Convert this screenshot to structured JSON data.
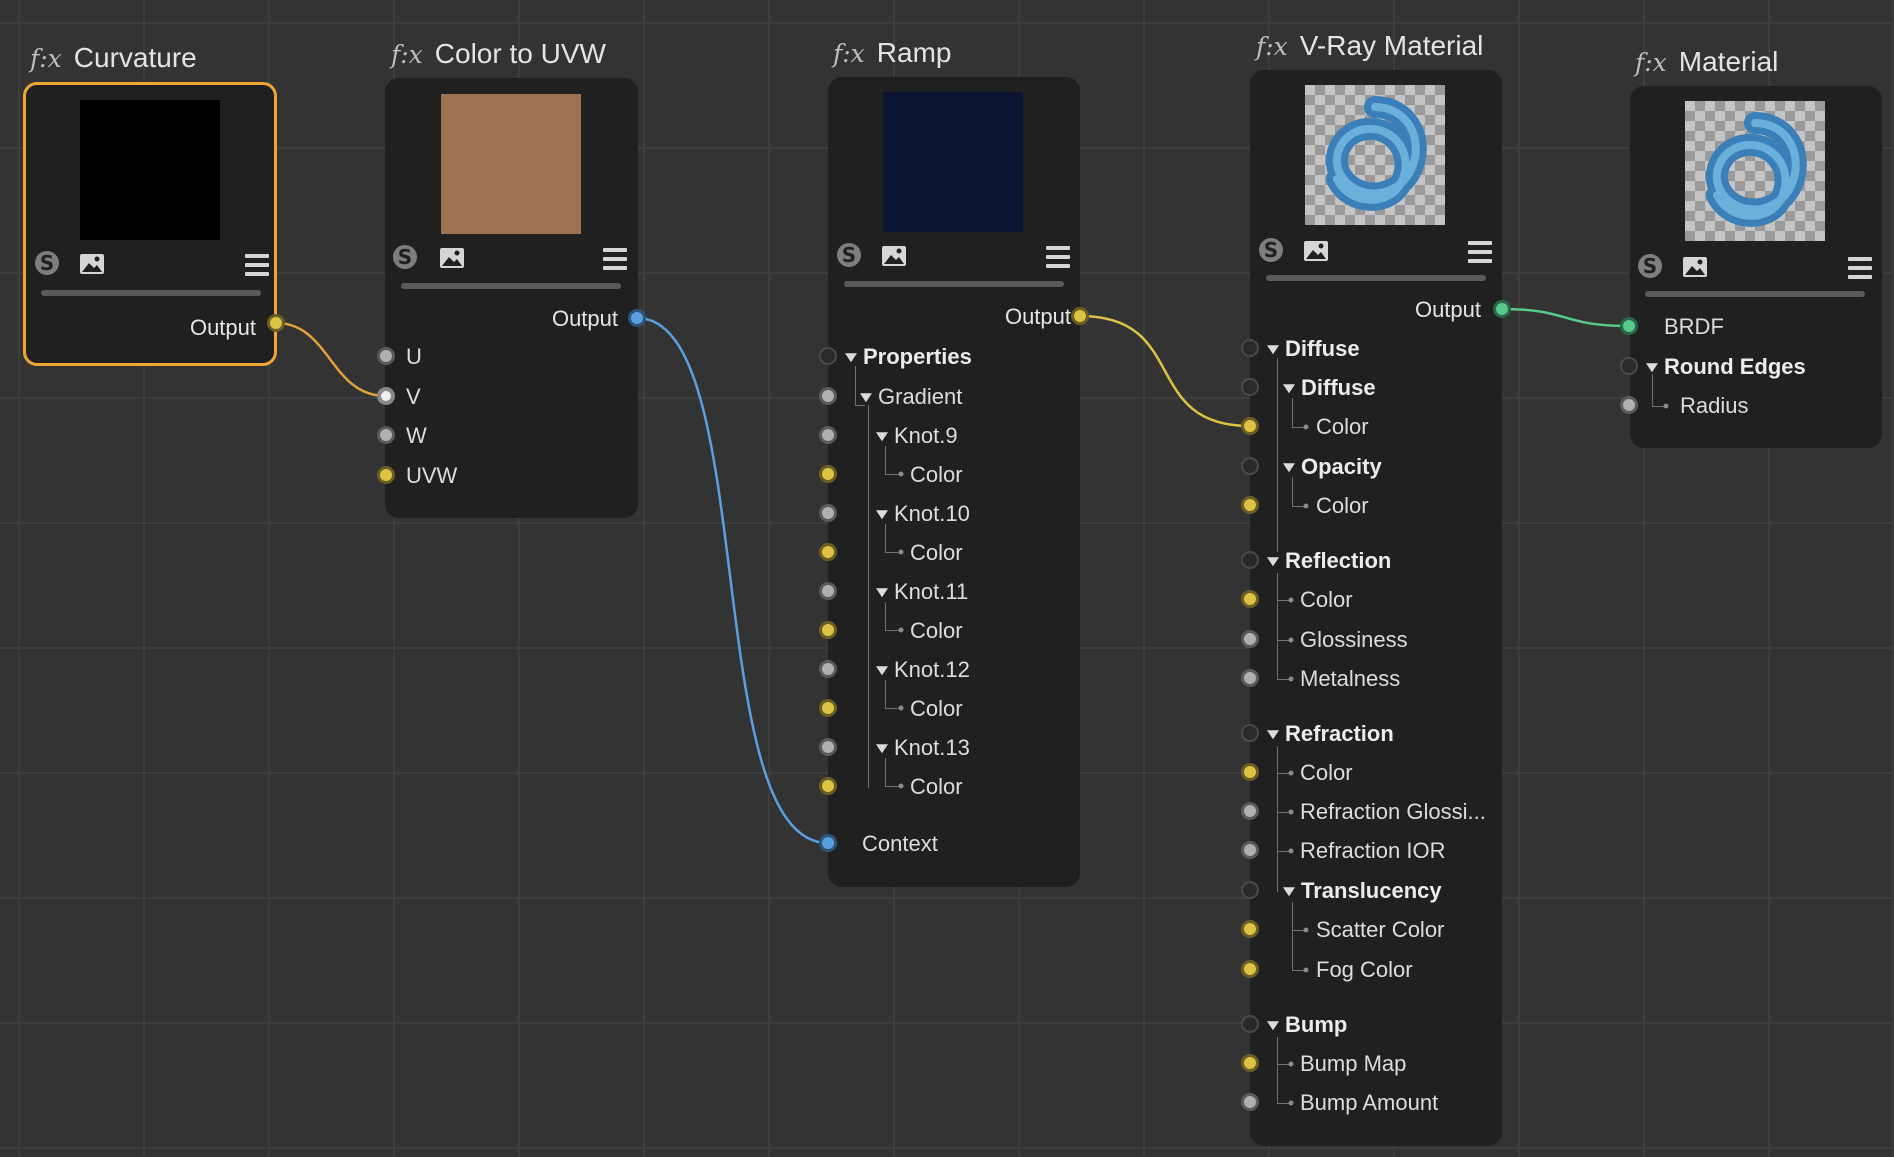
{
  "nodes": {
    "curvature": {
      "title": "Curvature",
      "output_label": "Output"
    },
    "color_to_uvw": {
      "title": "Color to UVW",
      "output_label": "Output",
      "inputs": [
        "U",
        "V",
        "W",
        "UVW"
      ]
    },
    "ramp": {
      "title": "Ramp",
      "output_label": "Output",
      "properties": "Properties",
      "gradient": "Gradient",
      "knots": [
        "Knot.9",
        "Knot.10",
        "Knot.11",
        "Knot.12",
        "Knot.13"
      ],
      "knot_child": "Color",
      "context": "Context"
    },
    "vray_material": {
      "title": "V-Ray Material",
      "output_label": "Output",
      "diffuse_group": "Diffuse",
      "diffuse_sub": "Diffuse",
      "diffuse_color": "Color",
      "opacity": "Opacity",
      "opacity_color": "Color",
      "reflection": "Reflection",
      "reflection_items": [
        "Color",
        "Glossiness",
        "Metalness"
      ],
      "refraction": "Refraction",
      "refraction_items": [
        "Color",
        "Refraction Glossi...",
        "Refraction IOR"
      ],
      "translucency": "Translucency",
      "translucency_items": [
        "Scatter Color",
        "Fog Color"
      ],
      "bump": "Bump",
      "bump_items": [
        "Bump Map",
        "Bump Amount"
      ]
    },
    "material": {
      "title": "Material",
      "brdf": "BRDF",
      "round_edges": "Round Edges",
      "radius": "Radius"
    }
  },
  "fx_glyph": "f:x",
  "s_glyph": "S",
  "colors": {
    "canvas": "#333333",
    "node_bg": "#202020",
    "selected_border": "#f0a632",
    "wire_yellow": "#dcc345",
    "wire_orange": "#e0a03a",
    "wire_blue": "#5aa0e0",
    "wire_green": "#57c98a",
    "preview_curvature": "#000000",
    "preview_color_to_uvw": "#9c7253",
    "preview_ramp": "#0b1431"
  },
  "icons": [
    "function-icon",
    "s-icon",
    "image-icon",
    "menu-icon",
    "expand-triangle-icon"
  ]
}
